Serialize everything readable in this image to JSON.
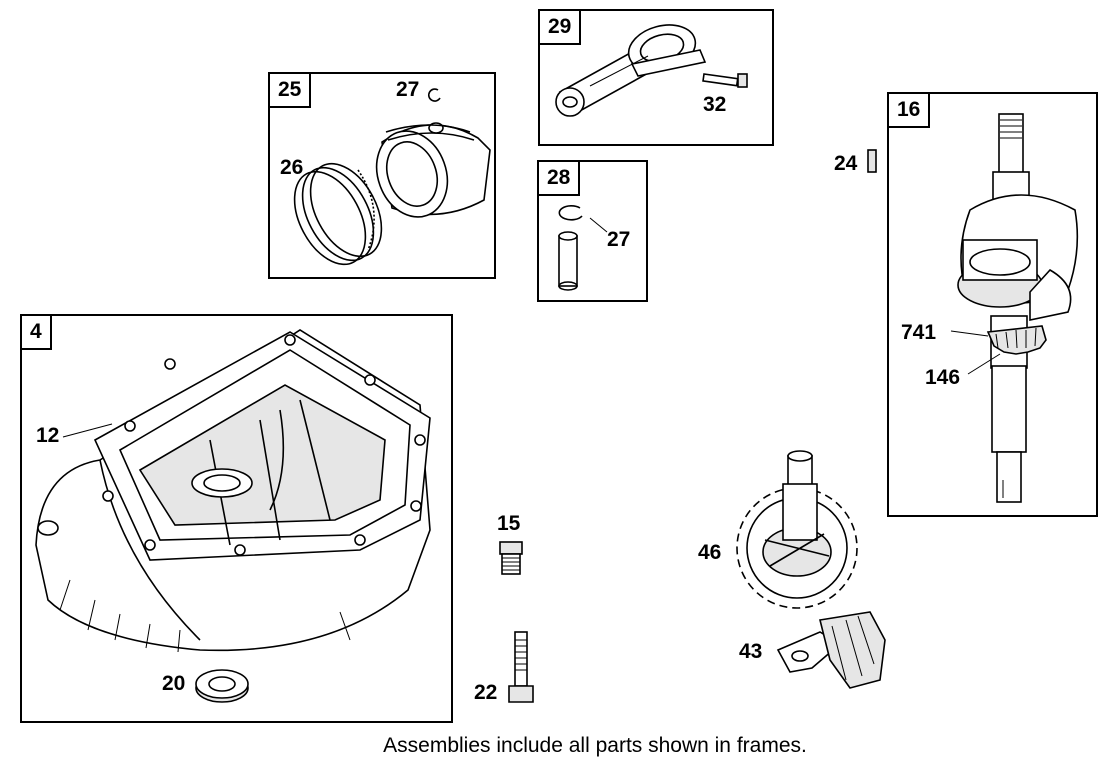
{
  "frames": {
    "f29": "29",
    "f25": "25",
    "f28": "28",
    "f16": "16",
    "f4": "4"
  },
  "labels": {
    "l27a": "27",
    "l26": "26",
    "l32": "32",
    "l27b": "27",
    "l24": "24",
    "l741": "741",
    "l146": "146",
    "l12": "12",
    "l20": "20",
    "l15": "15",
    "l22": "22",
    "l46": "46",
    "l43": "43"
  },
  "caption": "Assemblies include all parts shown in frames."
}
